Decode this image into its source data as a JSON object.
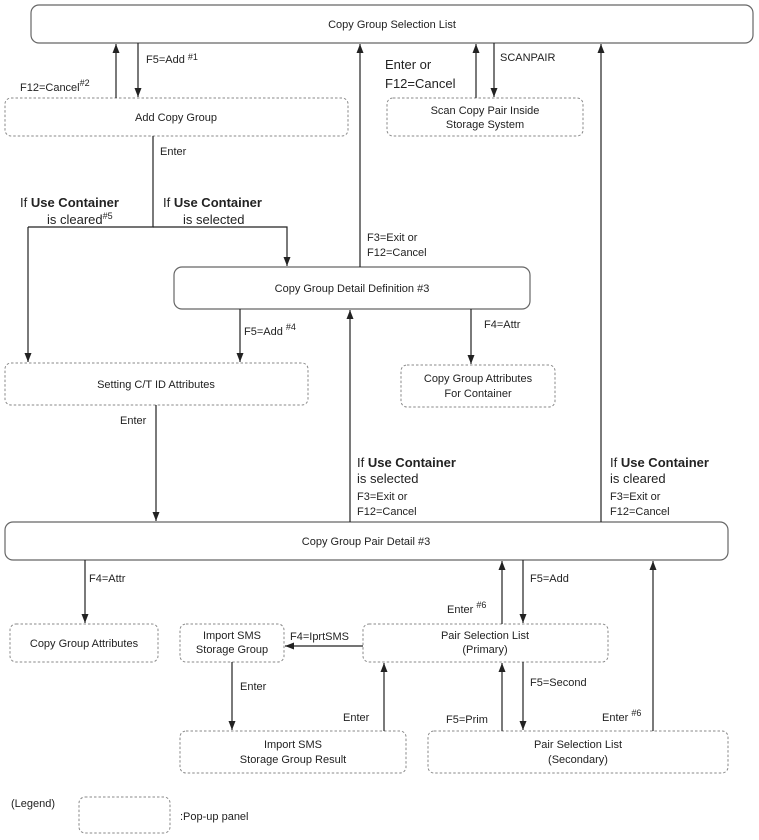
{
  "boxes": {
    "copy_group_selection_list": "Copy Group Selection List",
    "add_copy_group": "Add Copy Group",
    "scan_copy_pair": [
      "Scan Copy Pair Inside",
      "Storage System"
    ],
    "copy_group_detail_definition": "Copy Group Detail Definition #3",
    "setting_ct_id_attributes": "Setting C/T ID Attributes",
    "copy_group_attributes_for_container": [
      "Copy Group Attributes",
      "For Container"
    ],
    "copy_group_pair_detail": "Copy Group Pair Detail #3",
    "copy_group_attributes": "Copy Group Attributes",
    "import_sms_storage_group": [
      "Import SMS",
      "Storage Group"
    ],
    "pair_selection_list_primary": [
      "Pair Selection List",
      "(Primary)"
    ],
    "import_sms_storage_group_result": [
      "Import SMS",
      "Storage Group Result"
    ],
    "pair_selection_list_secondary": [
      "Pair Selection List",
      "(Secondary)"
    ]
  },
  "labels": {
    "f5_add_1": "F5=Add",
    "f5_add_1_note": "#1",
    "f12_cancel_2": "F12=Cancel",
    "f12_cancel_2_note": "#2",
    "enter_or_f12": [
      "Enter or",
      "F12=Cancel"
    ],
    "scanpair": "SCANPAIR",
    "enter_add": "Enter",
    "use_container_cleared": {
      "prefix": "If ",
      "bold": "Use Container",
      "line2": "is cleared",
      "note": "#5"
    },
    "use_container_selected": {
      "prefix": "If ",
      "bold": "Use Container",
      "line2": "is selected"
    },
    "f3_exit_f12_top": [
      "F3=Exit or",
      "F12=Cancel"
    ],
    "f5_add_4": "F5=Add",
    "f5_add_4_note": "#4",
    "f4_attr_container": "F4=Attr",
    "enter_setting": "Enter",
    "mid_selected": {
      "prefix": "If ",
      "bold": "Use Container",
      "line2": "is selected",
      "line3": "F3=Exit or",
      "line4": "F12=Cancel"
    },
    "right_cleared": {
      "prefix": "If ",
      "bold": "Use Container",
      "line2": "is cleared",
      "line3": "F3=Exit or",
      "line4": "F12=Cancel"
    },
    "f4_attr_pair": "F4=Attr",
    "enter_6_primary": "Enter",
    "enter_6_primary_note": "#6",
    "f5_add_pair": "F5=Add",
    "f4_iprtsms": "F4=IprtSMS",
    "enter_import": "Enter",
    "enter_result": "Enter",
    "f5_second": "F5=Second",
    "f5_prim": "F5=Prim",
    "enter_6_secondary": "Enter",
    "enter_6_secondary_note": "#6"
  },
  "legend": {
    "title": "(Legend)",
    "description": ":Pop-up panel"
  }
}
